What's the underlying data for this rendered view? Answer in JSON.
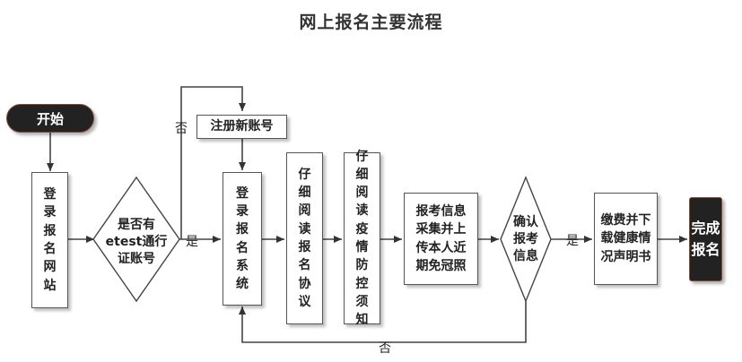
{
  "title": "网上报名主要流程",
  "nodes": {
    "start": "开始",
    "login_site": "登录报名网站",
    "has_account": "是否有etest通行证账号",
    "register": "注册新账号",
    "login_system": "登录报名系统",
    "read_agreement": "仔细阅读报名协议",
    "read_notice": "仔细阅读疫情防控须知",
    "photo": "报考信息采集并上传本人近期免冠照",
    "confirm": "确认报考信息",
    "pay": "缴费并下载健康情况声明书",
    "finish": "完成报名"
  },
  "edges": {
    "yes_account": "是",
    "no_account": "否",
    "yes_confirm": "是",
    "no_confirm": "否"
  }
}
